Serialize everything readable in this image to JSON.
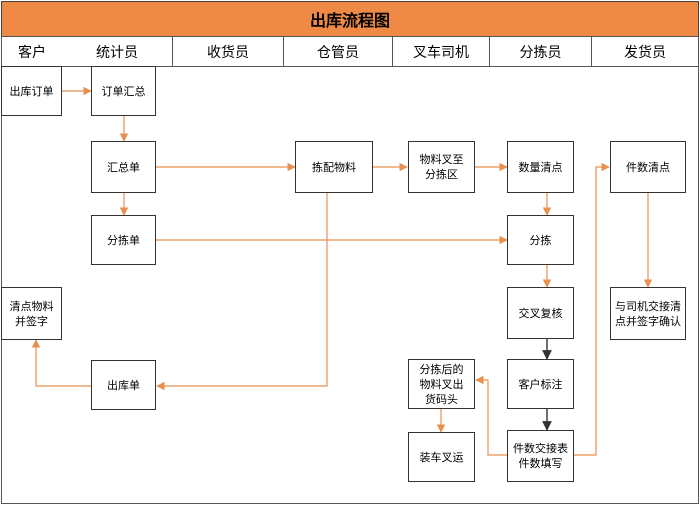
{
  "title": "出库流程图",
  "lanes": [
    "客户",
    "统计员",
    "收货员",
    "仓管员",
    "叉车司机",
    "分拣员",
    "发货员"
  ],
  "nodes": {
    "order": "出库订单",
    "order_summary": "订单汇总",
    "summary_sheet": "汇总单",
    "pick_materials": "拣配物料",
    "forklift_to_sort": "物料叉至\n分拣区",
    "qty_check": "数量清点",
    "piece_check": "件数清点",
    "sort_sheet": "分拣单",
    "sorting": "分拣",
    "count_sign": "清点物料\n并签字",
    "cross_check": "交叉复核",
    "driver_handover": "与司机交接清\n点并签字确认",
    "outbound_sheet": "出库单",
    "after_sort_fork": "分拣后的\n物料叉出\n货码头",
    "customer_label": "客户标注",
    "loading": "装车叉运",
    "handover_form": "件数交接表\n件数填写"
  },
  "colors": {
    "title_bg": "#ee8a45",
    "arrow_orange": "#e8904f",
    "arrow_dark": "#333333",
    "border": "#333333"
  }
}
